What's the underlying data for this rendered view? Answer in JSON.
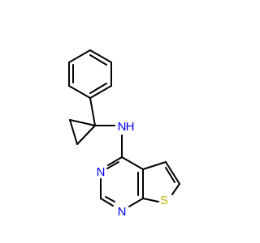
{
  "molecule": {
    "atoms": {
      "amine_n": "N",
      "amine_h": "H",
      "pyrimidine_n3": "N",
      "pyrimidine_n1": "N",
      "thiophene_s": "S"
    },
    "colors": {
      "bond": "#000000",
      "nitrogen": "#0000ff",
      "sulfur": "#b8b800",
      "background": "#ffffff"
    }
  }
}
